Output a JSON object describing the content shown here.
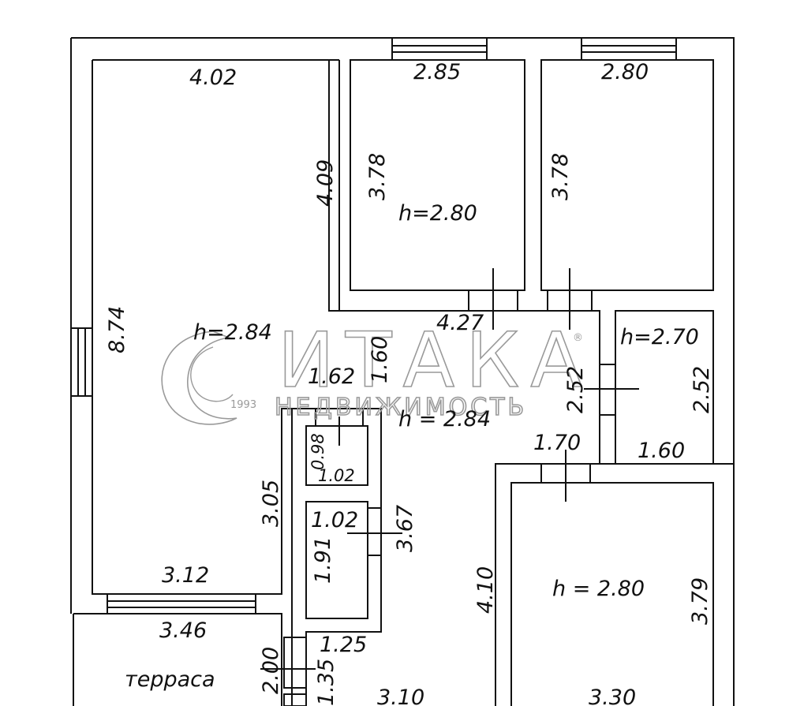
{
  "watermark": {
    "brand": "ИТАКА",
    "subtitle": "НЕДВИЖИМОСТЬ",
    "year": "1993",
    "registered": "®"
  },
  "labels": {
    "top_room_width": "4.02",
    "bed1_width": "2.85",
    "bed2_width": "2.80",
    "left_room_length": "8.74",
    "passage_4_09": "4.09",
    "bed1_depth": "3.78",
    "bed2_depth": "3.78",
    "bed1_height": "h=2.80",
    "living_height": "h=2.84",
    "hall_length": "4.27",
    "cellar_1_62": "1.62",
    "cellar_1_60": "1.60",
    "hall_height": "h  =  2.84",
    "hall_2_52": "2.52",
    "bath_height": "h=2.70",
    "bath_depth": "2.52",
    "bath_width": "1.60",
    "hall_1_70": "1.70",
    "wc1_side": "0.98",
    "wc1_width": "1.02",
    "wc2_width": "1.02",
    "wc2_depth": "1.91",
    "corridor_3_67": "3.67",
    "kitchen_3_05": "3.05",
    "kitchen_3_12": "3.12",
    "terrace_width": "3.46",
    "terrace_depth": "2.00",
    "terrace_name": "терраса",
    "stair_1_25": "1.25",
    "stair_1_35": "1.35",
    "bottom_3_10": "3.10",
    "room_br_4_10": "4.10",
    "room_br_height": "h  =  2.80",
    "room_br_depth": "3.79",
    "room_br_width": "3.30"
  }
}
